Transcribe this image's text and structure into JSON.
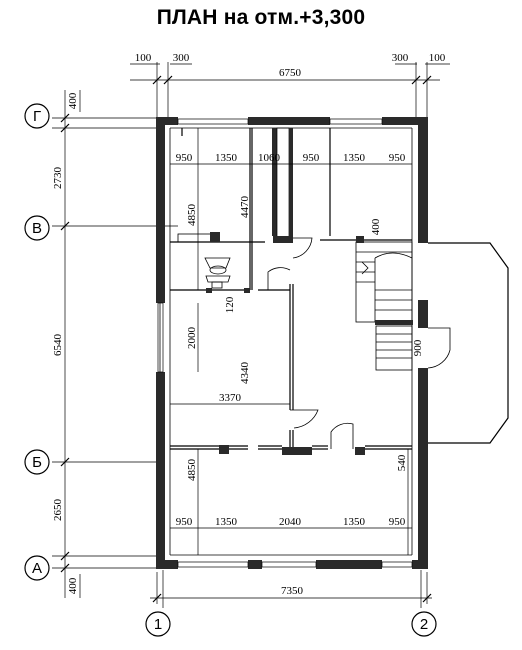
{
  "title": "ПЛАН на отм.+3,300",
  "axes": {
    "letters": [
      "Г",
      "В",
      "Б",
      "А"
    ],
    "numbers": [
      "1",
      "2"
    ]
  },
  "dims": {
    "top": [
      "100",
      "300",
      "6750",
      "300",
      "100"
    ],
    "bottom": "7350",
    "left": [
      "400",
      "2730",
      "6540",
      "2650",
      "400"
    ],
    "upper_row": [
      "950",
      "1350",
      "1060",
      "950",
      "1350",
      "950"
    ],
    "lower_row": [
      "950",
      "1350",
      "2040",
      "1350",
      "950"
    ],
    "vertical": [
      "4850",
      "4470",
      "400",
      "120",
      "2000",
      "4340",
      "4850",
      "540",
      "900"
    ],
    "corridor": "3370"
  }
}
